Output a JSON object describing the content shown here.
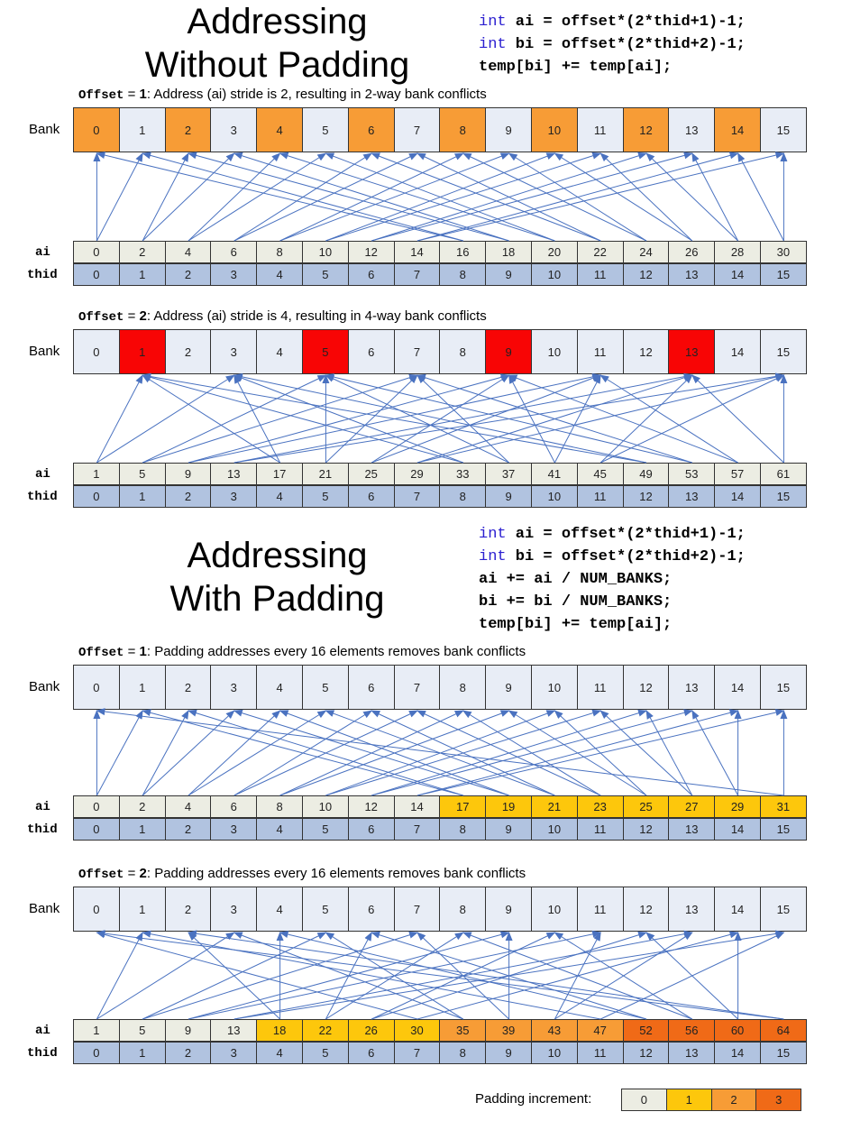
{
  "colors": {
    "bank": "#e8edf6",
    "thid": "#b1c3e0",
    "ai_plain": "#ecede3",
    "pad1": "#fdc70c",
    "pad2": "#f79c36",
    "pad3": "#f06a17",
    "conflict2": "#f79c36",
    "conflict4": "#f80505",
    "wire": "#4a72c0"
  },
  "top": {
    "title_line1": "Addressing",
    "title_line2": "Without Padding",
    "code": [
      {
        "kw": "int",
        "rest": " ai = offset*(2*thid+1)-1;"
      },
      {
        "kw": "int",
        "rest": " bi = offset*(2*thid+2)-1;"
      },
      {
        "kw": "",
        "rest": "temp[bi] += temp[ai];"
      }
    ]
  },
  "bottom": {
    "title_line1": "Addressing",
    "title_line2": "With Padding",
    "code": [
      {
        "kw": "int",
        "rest": " ai = offset*(2*thid+1)-1;"
      },
      {
        "kw": "int",
        "rest": " bi = offset*(2*thid+2)-1;"
      },
      {
        "kw": "",
        "rest": "ai += ai / NUM_BANKS;"
      },
      {
        "kw": "",
        "rest": "bi += bi / NUM_BANKS;"
      },
      {
        "kw": "",
        "rest": "temp[bi] += temp[ai];"
      }
    ]
  },
  "labels": {
    "bank": "Bank",
    "ai": "ai",
    "thid": "thid"
  },
  "panels": [
    {
      "caption_mono": "Offset",
      "caption_eq": " = ",
      "caption_num": "1",
      "caption_rest": ": Address (ai) stride is 2, resulting in 2-way bank conflicts",
      "bank": [
        "0",
        "1",
        "2",
        "3",
        "4",
        "5",
        "6",
        "7",
        "8",
        "9",
        "10",
        "11",
        "12",
        "13",
        "14",
        "15"
      ],
      "bank_highlight": [
        0,
        2,
        4,
        6,
        8,
        10,
        12,
        14
      ],
      "bank_highlight_color": "conflict2",
      "ai": [
        "0",
        "2",
        "4",
        "6",
        "8",
        "10",
        "12",
        "14",
        "16",
        "18",
        "20",
        "22",
        "24",
        "26",
        "28",
        "30"
      ],
      "ai_pad": [
        0,
        0,
        0,
        0,
        0,
        0,
        0,
        0,
        0,
        0,
        0,
        0,
        0,
        0,
        0,
        0
      ],
      "thid": [
        "0",
        "1",
        "2",
        "3",
        "4",
        "5",
        "6",
        "7",
        "8",
        "9",
        "10",
        "11",
        "12",
        "13",
        "14",
        "15"
      ],
      "ai_bank": [
        0,
        2,
        4,
        6,
        8,
        10,
        12,
        14,
        0,
        2,
        4,
        6,
        8,
        10,
        12,
        14
      ],
      "bi_bank": [
        1,
        3,
        5,
        7,
        9,
        11,
        13,
        15,
        1,
        3,
        5,
        7,
        9,
        11,
        13,
        15
      ]
    },
    {
      "caption_mono": "Offset",
      "caption_eq": " = ",
      "caption_num": "2",
      "caption_rest": ": Address (ai) stride is 4, resulting in 4-way bank conflicts",
      "bank": [
        "0",
        "1",
        "2",
        "3",
        "4",
        "5",
        "6",
        "7",
        "8",
        "9",
        "10",
        "11",
        "12",
        "13",
        "14",
        "15"
      ],
      "bank_highlight": [
        1,
        5,
        9,
        13
      ],
      "bank_highlight_color": "conflict4",
      "ai": [
        "1",
        "5",
        "9",
        "13",
        "17",
        "21",
        "25",
        "29",
        "33",
        "37",
        "41",
        "45",
        "49",
        "53",
        "57",
        "61"
      ],
      "ai_pad": [
        0,
        0,
        0,
        0,
        0,
        0,
        0,
        0,
        0,
        0,
        0,
        0,
        0,
        0,
        0,
        0
      ],
      "thid": [
        "0",
        "1",
        "2",
        "3",
        "4",
        "5",
        "6",
        "7",
        "8",
        "9",
        "10",
        "11",
        "12",
        "13",
        "14",
        "15"
      ],
      "ai_bank": [
        1,
        5,
        9,
        13,
        1,
        5,
        9,
        13,
        1,
        5,
        9,
        13,
        1,
        5,
        9,
        13
      ],
      "bi_bank": [
        3,
        7,
        11,
        15,
        3,
        7,
        11,
        15,
        3,
        7,
        11,
        15,
        3,
        7,
        11,
        15
      ]
    },
    {
      "caption_mono": "Offset",
      "caption_eq": " = ",
      "caption_num": "1",
      "caption_rest": ": Padding addresses every 16 elements removes bank conflicts",
      "bank": [
        "0",
        "1",
        "2",
        "3",
        "4",
        "5",
        "6",
        "7",
        "8",
        "9",
        "10",
        "11",
        "12",
        "13",
        "14",
        "15"
      ],
      "bank_highlight": [],
      "bank_highlight_color": "bank",
      "ai": [
        "0",
        "2",
        "4",
        "6",
        "8",
        "10",
        "12",
        "14",
        "17",
        "19",
        "21",
        "23",
        "25",
        "27",
        "29",
        "31"
      ],
      "ai_pad": [
        0,
        0,
        0,
        0,
        0,
        0,
        0,
        0,
        1,
        1,
        1,
        1,
        1,
        1,
        1,
        1
      ],
      "thid": [
        "0",
        "1",
        "2",
        "3",
        "4",
        "5",
        "6",
        "7",
        "8",
        "9",
        "10",
        "11",
        "12",
        "13",
        "14",
        "15"
      ],
      "ai_bank": [
        0,
        2,
        4,
        6,
        8,
        10,
        12,
        14,
        1,
        3,
        5,
        7,
        9,
        11,
        13,
        15
      ],
      "bi_bank": [
        1,
        3,
        5,
        7,
        9,
        11,
        13,
        15,
        2,
        4,
        6,
        8,
        10,
        12,
        14,
        0
      ]
    },
    {
      "caption_mono": "Offset",
      "caption_eq": " = ",
      "caption_num": "2",
      "caption_rest": ": Padding addresses every 16 elements removes bank conflicts",
      "bank": [
        "0",
        "1",
        "2",
        "3",
        "4",
        "5",
        "6",
        "7",
        "8",
        "9",
        "10",
        "11",
        "12",
        "13",
        "14",
        "15"
      ],
      "bank_highlight": [],
      "bank_highlight_color": "bank",
      "ai": [
        "1",
        "5",
        "9",
        "13",
        "18",
        "22",
        "26",
        "30",
        "35",
        "39",
        "43",
        "47",
        "52",
        "56",
        "60",
        "64"
      ],
      "ai_pad": [
        0,
        0,
        0,
        0,
        1,
        1,
        1,
        1,
        2,
        2,
        2,
        2,
        3,
        3,
        3,
        3
      ],
      "thid": [
        "0",
        "1",
        "2",
        "3",
        "4",
        "5",
        "6",
        "7",
        "8",
        "9",
        "10",
        "11",
        "12",
        "13",
        "14",
        "15"
      ],
      "ai_bank": [
        1,
        5,
        9,
        13,
        2,
        6,
        10,
        14,
        3,
        7,
        11,
        15,
        4,
        8,
        12,
        0
      ],
      "bi_bank": [
        3,
        7,
        11,
        15,
        4,
        8,
        12,
        0,
        5,
        9,
        13,
        1,
        6,
        10,
        14,
        2
      ]
    }
  ],
  "legend": {
    "label": "Padding increment:",
    "items": [
      "0",
      "1",
      "2",
      "3"
    ]
  }
}
